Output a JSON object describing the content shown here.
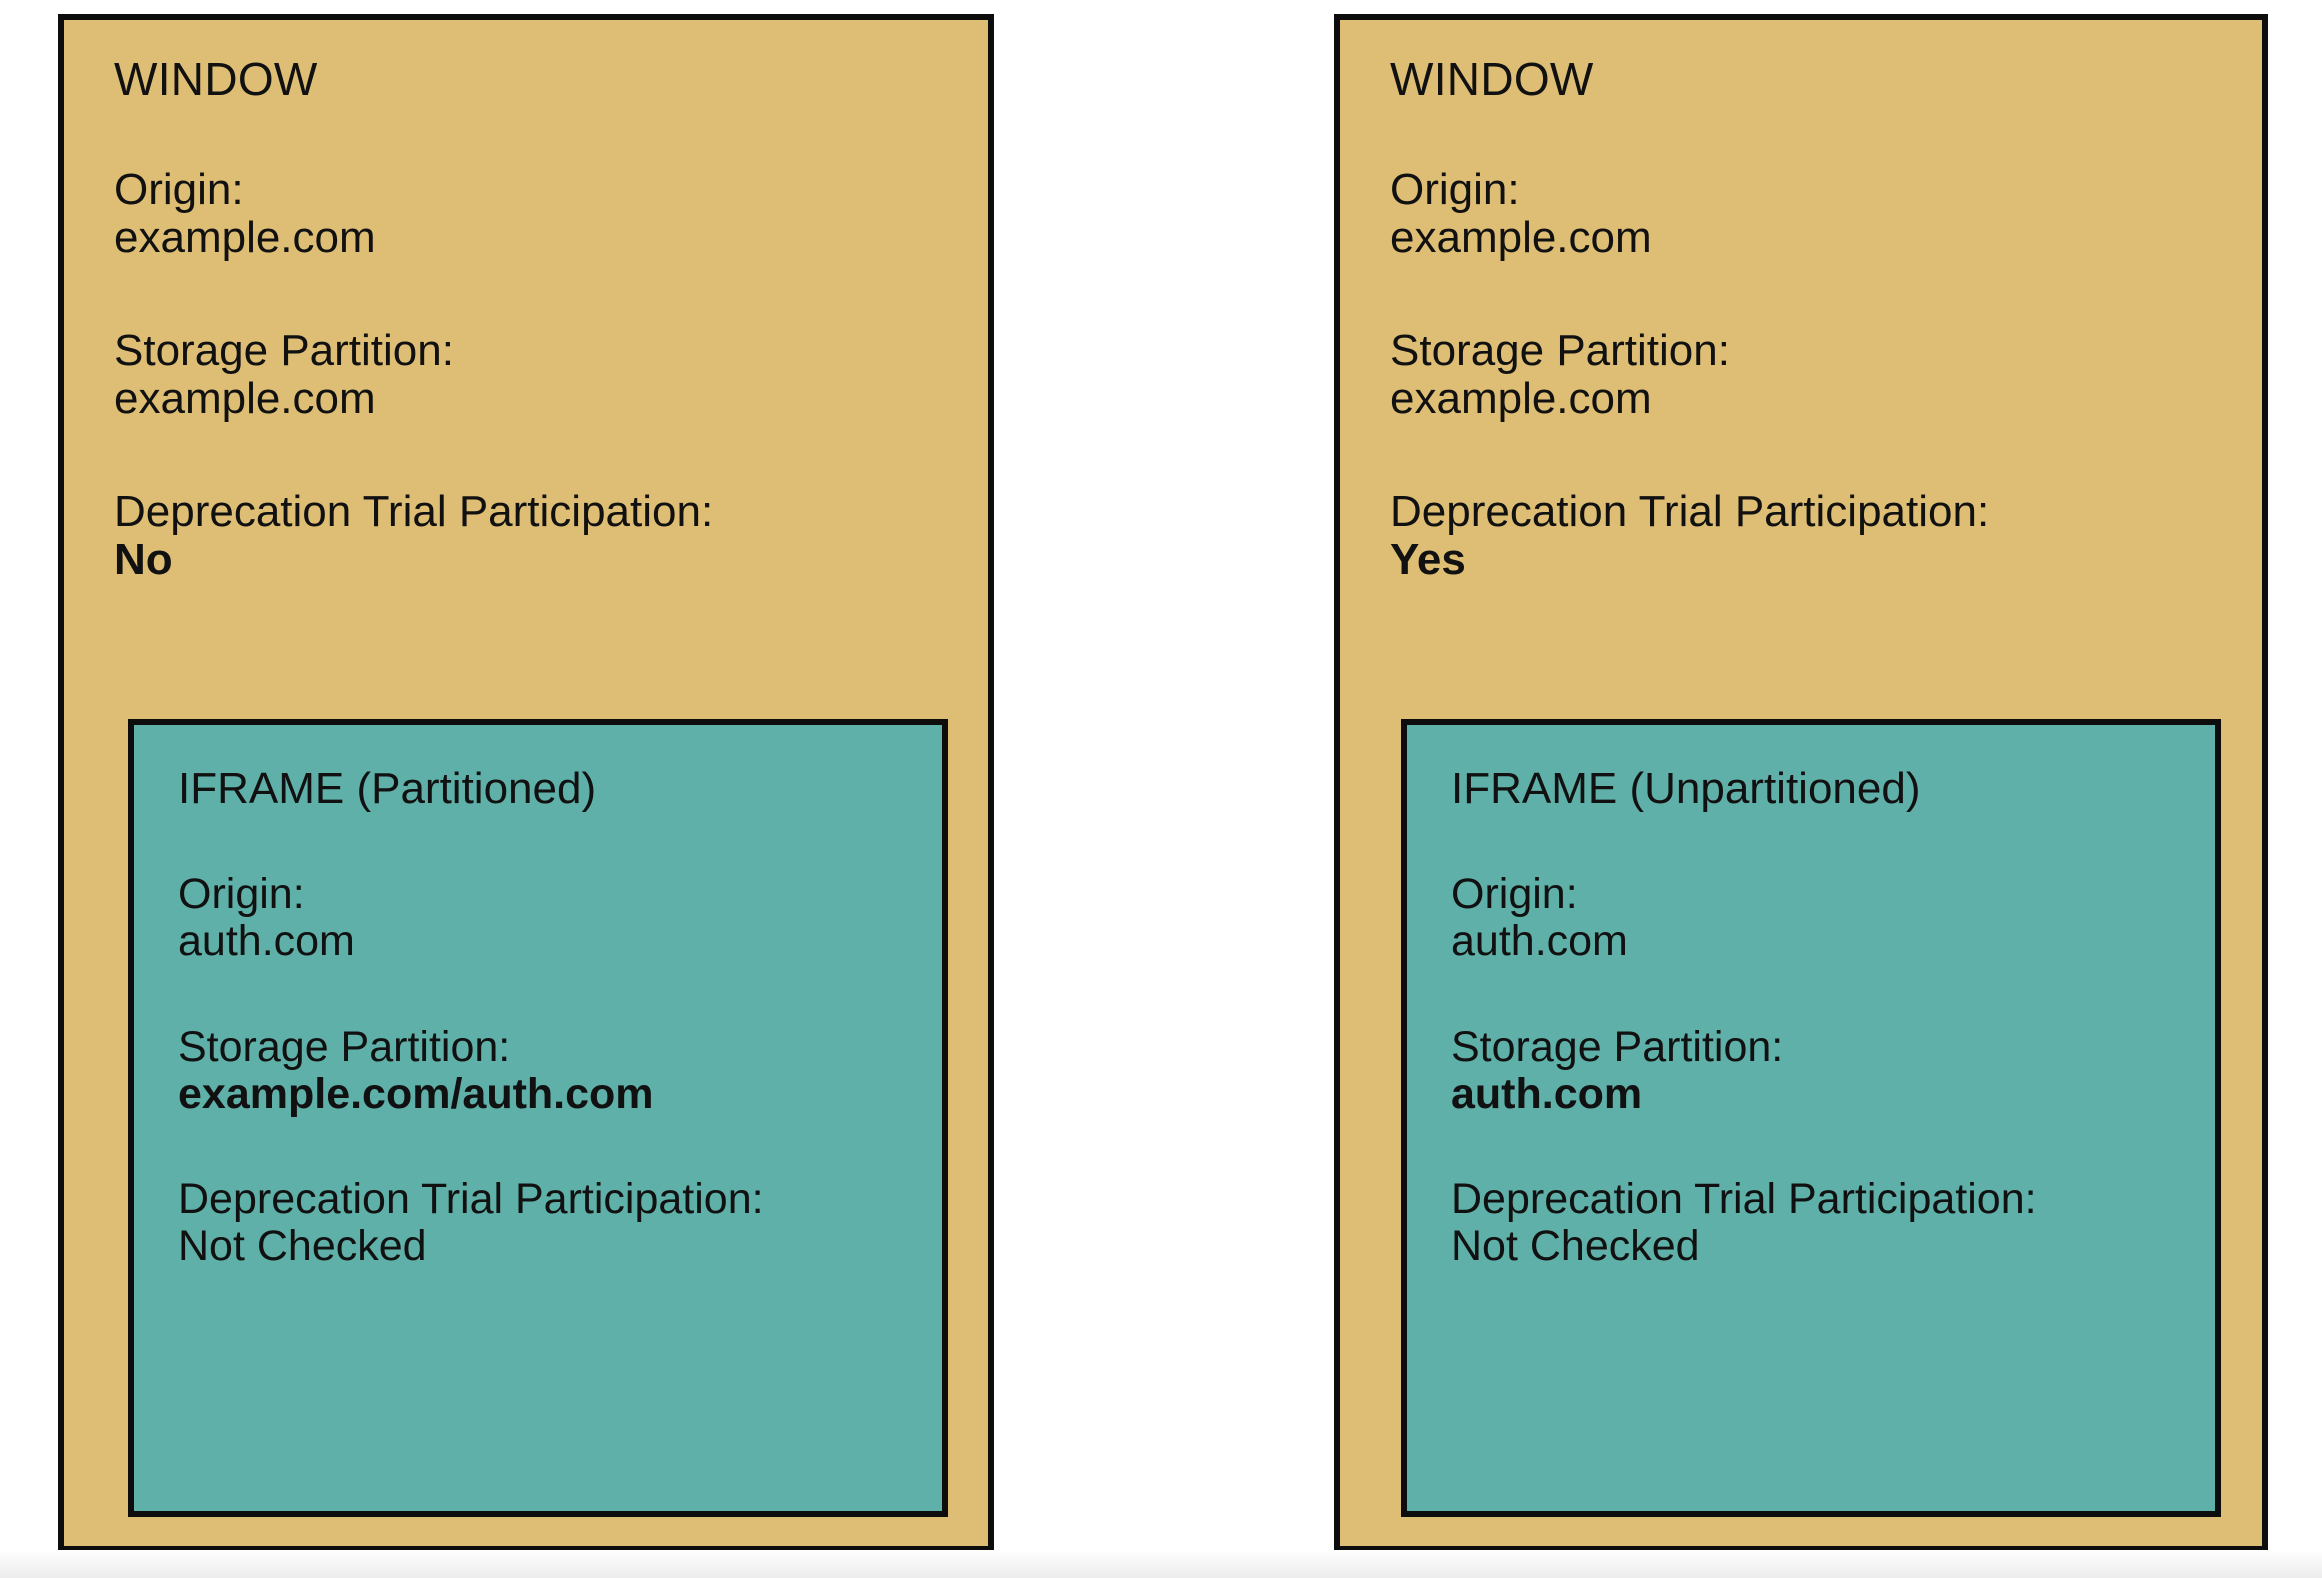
{
  "colors": {
    "window_fill": "#debe74",
    "iframe_fill": "#5fb0a8",
    "border": "#0d0d0d",
    "text": "#111111",
    "background": "#ffffff"
  },
  "panels": [
    {
      "id": "left",
      "window": {
        "title": "WINDOW",
        "fields": [
          {
            "label": "Origin:",
            "value": "example.com",
            "bold": false
          },
          {
            "label": "Storage Partition:",
            "value": "example.com",
            "bold": false
          },
          {
            "label": "Deprecation Trial Participation:",
            "value": "No",
            "bold": true
          }
        ]
      },
      "iframe": {
        "title": "IFRAME (Partitioned)",
        "fields": [
          {
            "label": "Origin:",
            "value": "auth.com",
            "bold": false
          },
          {
            "label": "Storage Partition:",
            "value": "example.com/auth.com",
            "bold": true
          },
          {
            "label": "Deprecation Trial Participation:",
            "value": "Not Checked",
            "bold": false
          }
        ]
      }
    },
    {
      "id": "right",
      "window": {
        "title": "WINDOW",
        "fields": [
          {
            "label": "Origin:",
            "value": "example.com",
            "bold": false
          },
          {
            "label": "Storage Partition:",
            "value": "example.com",
            "bold": false
          },
          {
            "label": "Deprecation Trial Participation:",
            "value": "Yes",
            "bold": true
          }
        ]
      },
      "iframe": {
        "title": "IFRAME (Unpartitioned)",
        "fields": [
          {
            "label": "Origin:",
            "value": "auth.com",
            "bold": false
          },
          {
            "label": "Storage Partition:",
            "value": "auth.com",
            "bold": true
          },
          {
            "label": "Deprecation Trial Participation:",
            "value": "Not Checked",
            "bold": false
          }
        ]
      }
    }
  ]
}
